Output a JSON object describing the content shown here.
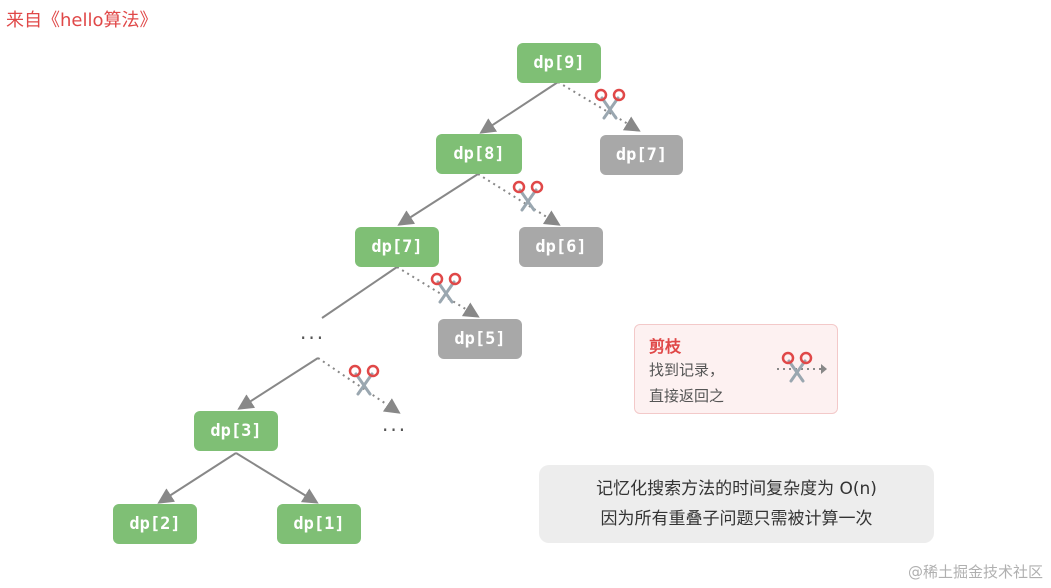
{
  "source_label": "来自《hello算法》",
  "nodes": {
    "n9": "dp[9]",
    "n8": "dp[8]",
    "n7g": "dp[7]",
    "n7p": "dp[7]",
    "n6p": "dp[6]",
    "n5p": "dp[5]",
    "n3": "dp[3]",
    "n2": "dp[2]",
    "n1": "dp[1]"
  },
  "ellipsis": "···",
  "legend": {
    "title": "剪枝",
    "line1": "找到记录，",
    "line2": "直接返回之"
  },
  "note": {
    "line1": "记忆化搜索方法的时间复杂度为 O(n)",
    "line2": "因为所有重叠子问题只需被计算一次"
  },
  "watermark": "@稀土掘金技术社区",
  "colors": {
    "computed_node": "#7fbf75",
    "pruned_node": "#a8a8a8",
    "edge": "#888888",
    "accent": "#e04848"
  }
}
